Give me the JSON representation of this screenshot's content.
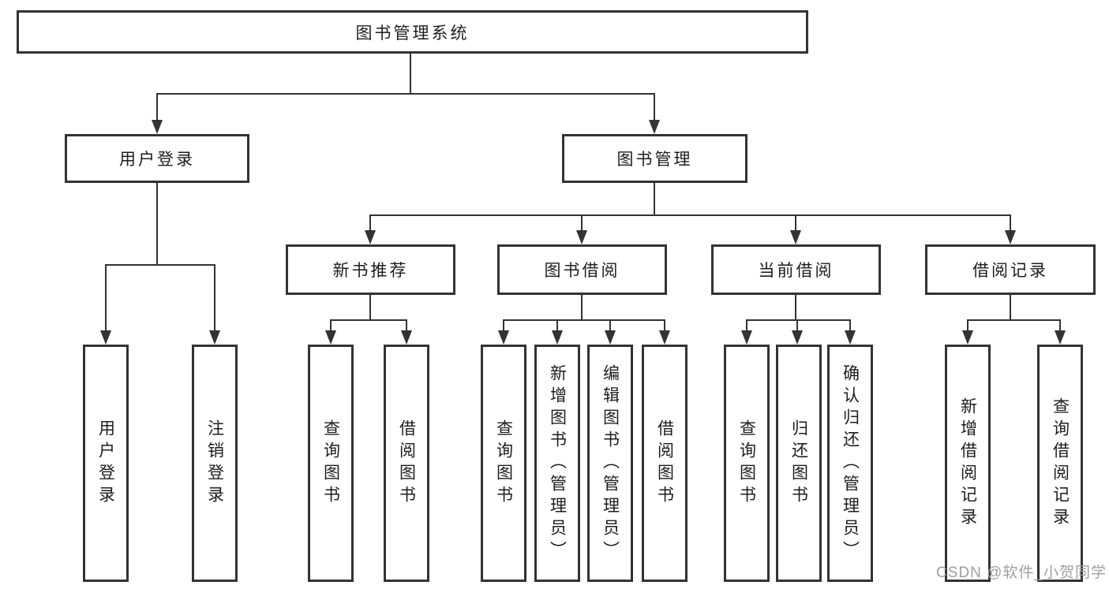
{
  "styles": {
    "line_color": "#333333",
    "box_border_color": "#333333",
    "text_color": "#1d1d1f",
    "watermark_color": "#9e9e9e",
    "background": "#ffffff"
  },
  "tree": {
    "root": {
      "label": "图书管理系统"
    },
    "branches": [
      {
        "label": "用户登录",
        "children": [
          {
            "label": "用户登录"
          },
          {
            "label": "注销登录"
          }
        ]
      },
      {
        "label": "图书管理",
        "children": [
          {
            "label": "新书推荐",
            "children": [
              {
                "label": "查询图书"
              },
              {
                "label": "借阅图书"
              }
            ]
          },
          {
            "label": "图书借阅",
            "children": [
              {
                "label": "查询图书"
              },
              {
                "label": "新增图书（管理员）"
              },
              {
                "label": "编辑图书（管理员）"
              },
              {
                "label": "借阅图书"
              }
            ]
          },
          {
            "label": "当前借阅",
            "children": [
              {
                "label": "查询图书"
              },
              {
                "label": "归还图书"
              },
              {
                "label": "确认归还（管理员）"
              }
            ]
          },
          {
            "label": "借阅记录",
            "children": [
              {
                "label": "新增借阅记录"
              },
              {
                "label": "查询借阅记录"
              }
            ]
          }
        ]
      }
    ]
  },
  "watermark": {
    "text": "CSDN @软件_小贺同学"
  }
}
